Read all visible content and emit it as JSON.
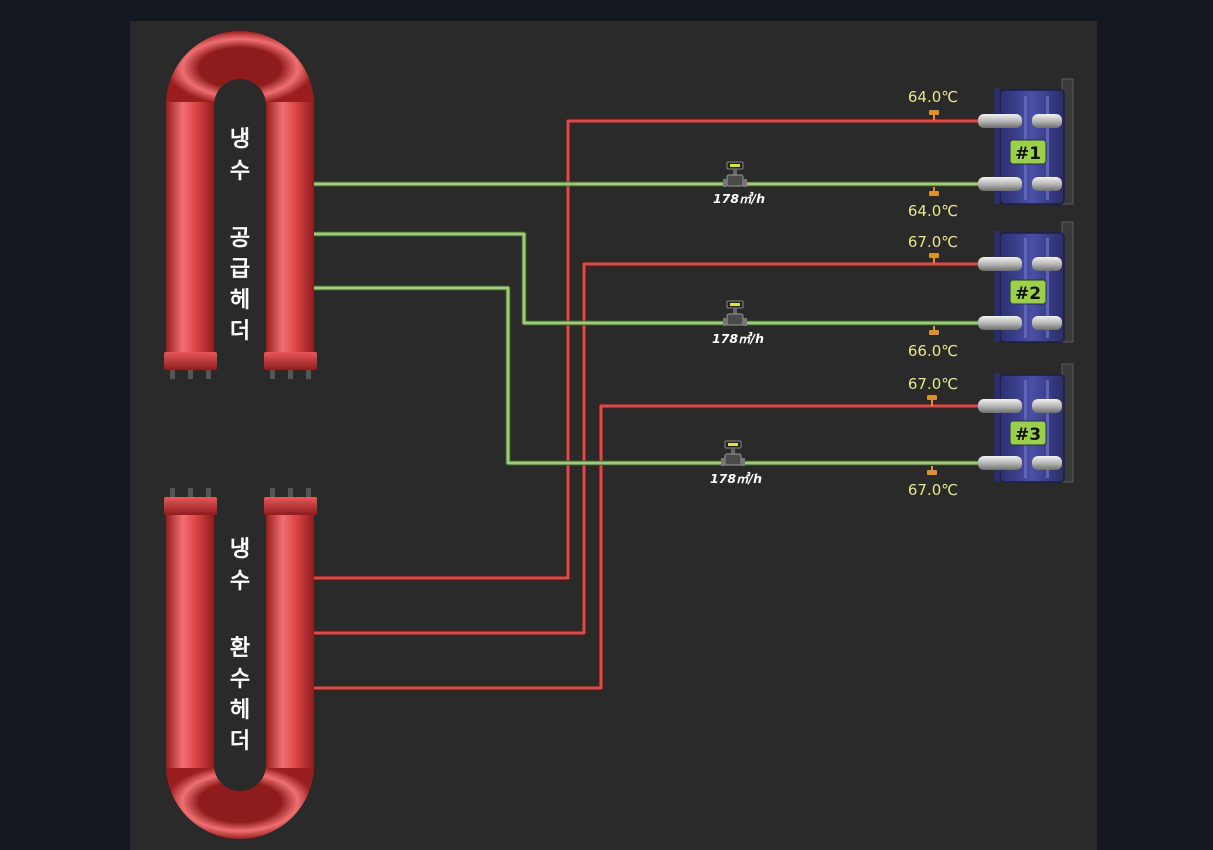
{
  "supply_header": {
    "label_top": [
      "냉",
      "수"
    ],
    "label_bottom": [
      "공",
      "급",
      "헤",
      "더"
    ]
  },
  "return_header": {
    "label_top": [
      "냉",
      "수"
    ],
    "label_bottom": [
      "환",
      "수",
      "헤",
      "더"
    ]
  },
  "exchangers": [
    {
      "label": "#1",
      "temp_in": "64.0℃",
      "temp_out": "64.0℃",
      "flow": "178㎥/h"
    },
    {
      "label": "#2",
      "temp_in": "67.0℃",
      "temp_out": "66.0℃",
      "flow": "178㎥/h"
    },
    {
      "label": "#3",
      "temp_in": "67.0℃",
      "temp_out": "67.0℃",
      "flow": "178㎥/h"
    }
  ],
  "colors": {
    "supply_pipe": "#8fc06a",
    "return_pipe": "#c04545",
    "header": "#e04444",
    "exchanger_body": "#3a3e8a",
    "badge": "#9ccf4a",
    "temp_text": "#e8e88a"
  }
}
